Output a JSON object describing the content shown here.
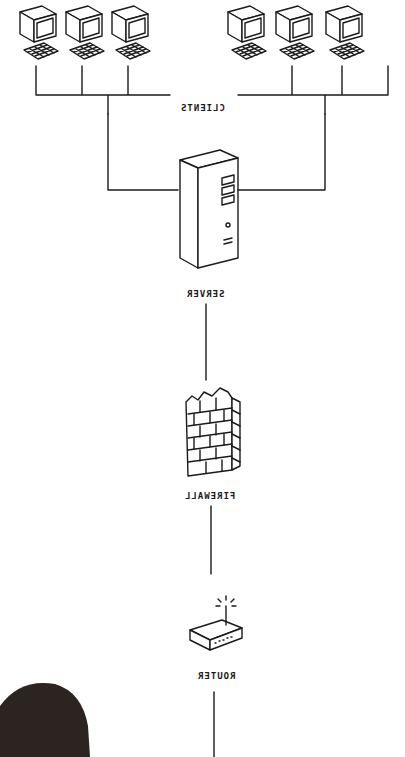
{
  "diagram": {
    "nodes": [
      {
        "text": [
          "CLIENTS"
        ]
      },
      {
        "text": [
          "SERVER"
        ]
      },
      {
        "text": [
          "FIREWALL"
        ]
      },
      {
        "text": [
          "ROUTER"
        ]
      }
    ],
    "edges": [
      {
        "from": 0,
        "to": 1,
        "arrow": "none"
      },
      {
        "from": 1,
        "to": 2,
        "arrow": "none"
      },
      {
        "from": 2,
        "to": 3,
        "arrow": "none"
      }
    ]
  }
}
